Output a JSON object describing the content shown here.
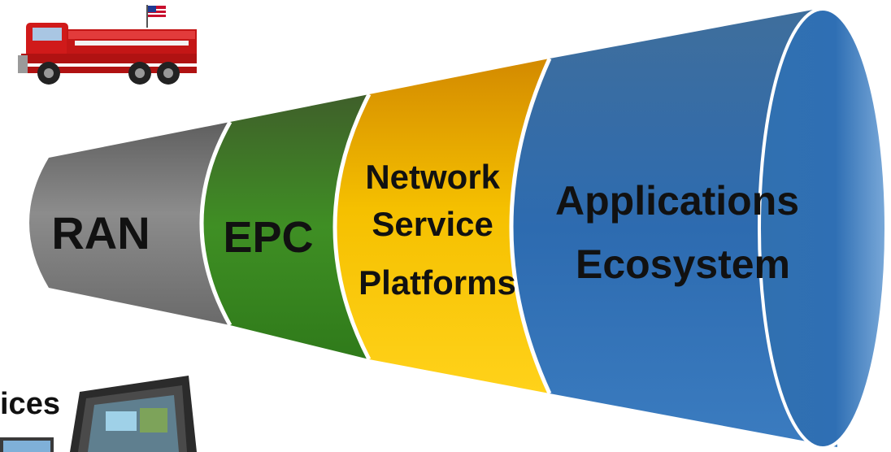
{
  "funnel": {
    "segments": [
      {
        "id": "ran",
        "label_lines": [
          "RAN"
        ],
        "color": "#7a7a7a"
      },
      {
        "id": "epc",
        "label_lines": [
          "EPC"
        ],
        "color": "#3a7d22"
      },
      {
        "id": "nsp",
        "label_lines": [
          "Network",
          "Service",
          "Platforms"
        ],
        "color": "#f2b705"
      },
      {
        "id": "apps",
        "label_lines": [
          "Applications",
          "Ecosystem"
        ],
        "color": "#2e6fae"
      }
    ]
  },
  "devices_label": "ices",
  "icons": {
    "fire_truck": "fire-truck-icon",
    "tablet": "rugged-tablet-icon",
    "laptop": "laptop-icon"
  }
}
